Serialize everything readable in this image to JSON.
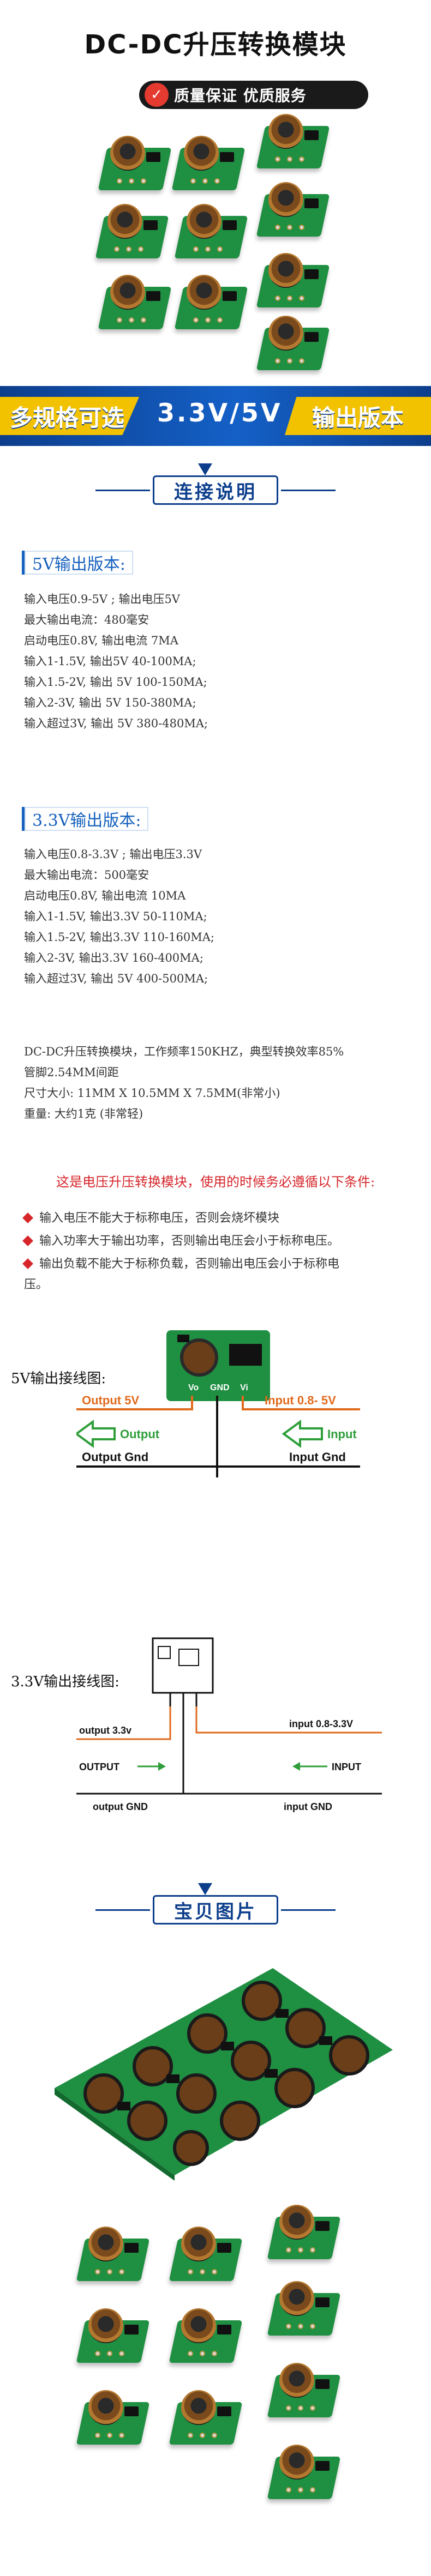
{
  "hero": {
    "title": "DC-DC升压转换模块",
    "badge_icon": "✓",
    "badge_text": "质量保证 优质服务"
  },
  "banner": {
    "left": "多规格可选",
    "middle": "3.3V/5V",
    "right": "输出版本"
  },
  "section_connection": {
    "title": "连接说明"
  },
  "v5_section": {
    "heading": "5V输出版本:",
    "lines": [
      "输入电压0.9-5V ; 输出电压5V",
      "最大输出电流：480毫安",
      "启动电压0.8V, 输出电流 7MA",
      "输入1-1.5V, 输出5V 40-100MA;",
      "输入1.5-2V, 输出 5V 100-150MA;",
      "输入2-3V, 输出 5V 150-380MA;",
      "输入超过3V, 输出 5V 380-480MA;"
    ]
  },
  "v33_section": {
    "heading": "3.3V输出版本:",
    "lines": [
      "输入电压0.8-3.3V ; 输出电压3.3V",
      "最大输出电流：500毫安",
      "启动电压0.8V, 输出电流 10MA",
      "输入1-1.5V, 输出3.3V 50-110MA;",
      "输入1.5-2V, 输出3.3V 110-160MA;",
      "输入2-3V, 输出3.3V 160-400MA;",
      "输入超过3V, 输出 5V 400-500MA;"
    ]
  },
  "general_info": {
    "lines": [
      "DC-DC升压转换模块，工作频率150KHZ，典型转换效率85%",
      "管脚2.54MM间距",
      "尺寸大小: 11MM X 10.5MM X 7.5MM(非常小)",
      "重量: 大约1克 (非常轻)"
    ]
  },
  "warnings": {
    "title": "这是电压升压转换模块，使用的时候务必遵循以下条件:",
    "items": [
      "输入电压不能大于标称电压，否则会烧坏模块",
      "输入功率大于输出功率，否则输出电压会小于标称电压。",
      "输出负载不能大于标称负载，否则输出电压会小于标称电",
      "压。"
    ]
  },
  "diagram_5v": {
    "label": "5V输出接线图:",
    "pin_labels": [
      "Vo",
      "GND",
      "Vi"
    ],
    "output_voltage": "Output 5V",
    "input_voltage": "Input 0.8- 5V",
    "output_arrow": "Output",
    "input_arrow": "Input",
    "output_gnd": "Output Gnd",
    "input_gnd": "Input Gnd"
  },
  "diagram_33v": {
    "label": "3.3V输出接线图:",
    "output_voltage": "output 3.3v",
    "input_voltage": "input 0.8-3.3V",
    "output_arrow": "OUTPUT",
    "input_arrow": "INPUT",
    "output_gnd": "output GND",
    "input_gnd": "input GND"
  },
  "section_photos": {
    "title": "宝贝图片"
  },
  "colors": {
    "brand_blue": "#0d3e8c",
    "accent_yellow": "#f2c200",
    "warning_red": "#d6262a",
    "wire_orange": "#e06a1c",
    "arrow_green": "#2e9e3a",
    "pcb_green": "#1f8f42"
  }
}
